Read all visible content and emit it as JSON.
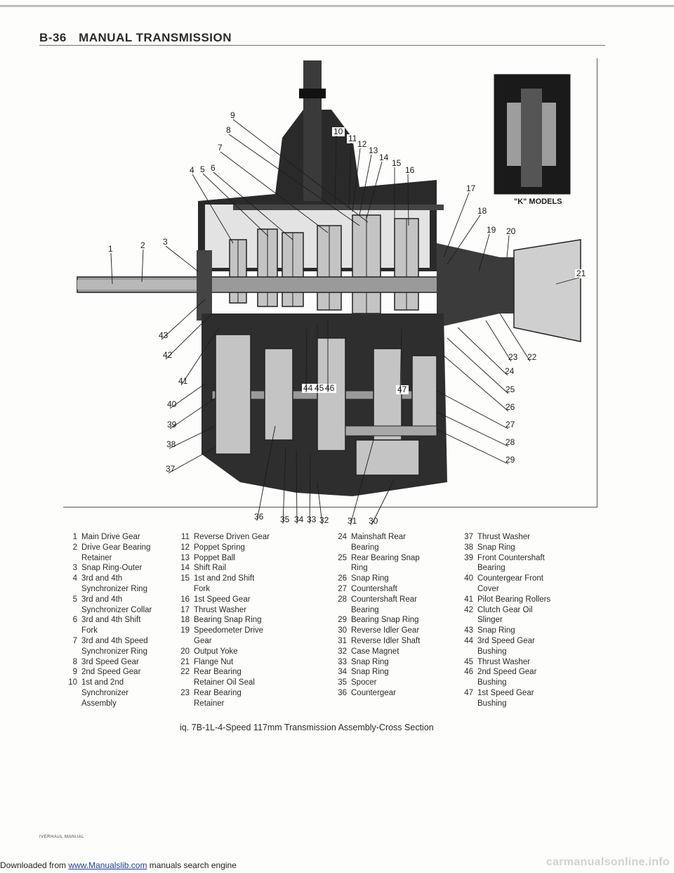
{
  "header": {
    "page_number": "B-36",
    "title": "MANUAL TRANSMISSION"
  },
  "figure": {
    "inset_label": "\"K\" MODELS",
    "callouts": [
      "1",
      "2",
      "3",
      "4",
      "5",
      "6",
      "7",
      "8",
      "9",
      "10",
      "11",
      "12",
      "13",
      "14",
      "15",
      "16",
      "17",
      "18",
      "19",
      "20",
      "21",
      "22",
      "23",
      "24",
      "25",
      "26",
      "27",
      "28",
      "29",
      "30",
      "31",
      "32",
      "33",
      "34",
      "35",
      "36",
      "37",
      "38",
      "39",
      "40",
      "41",
      "42",
      "43",
      "44",
      "45",
      "46",
      "47"
    ]
  },
  "legend": [
    [
      {
        "n": "1",
        "t": "Main Drive Gear"
      },
      {
        "n": "2",
        "t": "Drive Gear Bearing\nRetainer"
      },
      {
        "n": "3",
        "t": "Snap Ring-Outer"
      },
      {
        "n": "4",
        "t": "3rd and 4th\nSynchronizer Ring"
      },
      {
        "n": "5",
        "t": "3rd and 4th\nSynchronizer Collar"
      },
      {
        "n": "6",
        "t": "3rd and 4th Shift\nFork"
      },
      {
        "n": "7",
        "t": "3rd and 4th Speed\nSynchronizer Ring"
      },
      {
        "n": "8",
        "t": "3rd Speed Gear"
      },
      {
        "n": "9",
        "t": "2nd Speed Gear"
      },
      {
        "n": "10",
        "t": "1st and 2nd\nSynchronizer\nAssembly"
      }
    ],
    [
      {
        "n": "11",
        "t": "Reverse Driven Gear"
      },
      {
        "n": "12",
        "t": "Poppet Spring"
      },
      {
        "n": "13",
        "t": "Poppet Ball"
      },
      {
        "n": "14",
        "t": "Shift Rail"
      },
      {
        "n": "15",
        "t": "1st and 2nd Shift\nFork"
      },
      {
        "n": "16",
        "t": "1st Speed Gear"
      },
      {
        "n": "17",
        "t": "Thrust Washer"
      },
      {
        "n": "18",
        "t": "Bearing Snap Ring"
      },
      {
        "n": "19",
        "t": "Speedometer Drive\nGear"
      },
      {
        "n": "20",
        "t": "Output Yoke"
      },
      {
        "n": "21",
        "t": "Flange Nut"
      },
      {
        "n": "22",
        "t": "Rear Bearing\nRetainer Oil Seal"
      },
      {
        "n": "23",
        "t": "Rear Bearing\nRetainer"
      }
    ],
    [
      {
        "n": "24",
        "t": "Mainshaft Rear\nBearing"
      },
      {
        "n": "25",
        "t": "Rear Bearing Snap\nRing"
      },
      {
        "n": "26",
        "t": "Snap Ring"
      },
      {
        "n": "27",
        "t": "Countershaft"
      },
      {
        "n": "28",
        "t": "Countershaft Rear\nBearing"
      },
      {
        "n": "29",
        "t": "Bearing Snap Ring"
      },
      {
        "n": "30",
        "t": "Reverse Idler Gear"
      },
      {
        "n": "31",
        "t": "Reverse Idler Shaft"
      },
      {
        "n": "32",
        "t": "Case Magnet"
      },
      {
        "n": "33",
        "t": "Snap Ring"
      },
      {
        "n": "34",
        "t": "Snap Ring"
      },
      {
        "n": "35",
        "t": "Spocer"
      },
      {
        "n": "36",
        "t": "Countergear"
      }
    ],
    [
      {
        "n": "37",
        "t": "Thrust Washer"
      },
      {
        "n": "38",
        "t": "Snap Ring"
      },
      {
        "n": "39",
        "t": "Front Countershaft\nBearing"
      },
      {
        "n": "40",
        "t": "Countergear Front\nCover"
      },
      {
        "n": "41",
        "t": "Pilot Bearing Rollers"
      },
      {
        "n": "42",
        "t": "Clutch Gear Oil\nSlinger"
      },
      {
        "n": "43",
        "t": "Snap Ring"
      },
      {
        "n": "44",
        "t": "3rd Speed Gear\nBushing"
      },
      {
        "n": "45",
        "t": "Thrust Washer"
      },
      {
        "n": "46",
        "t": "2nd Speed Gear\nBushing"
      },
      {
        "n": "47",
        "t": "1st Speed Gear\nBushing"
      }
    ]
  ],
  "caption": "iq. 7B-1L-4-Speed 117mm Transmission Assembly-Cross Section",
  "footer": {
    "small_text": "IVERHAUL MANUAL",
    "download_prefix": "Downloaded from",
    "download_link": "www.Manualslib.com",
    "download_suffix": "manuals search engine",
    "watermark": "carmanualsonline.info"
  }
}
